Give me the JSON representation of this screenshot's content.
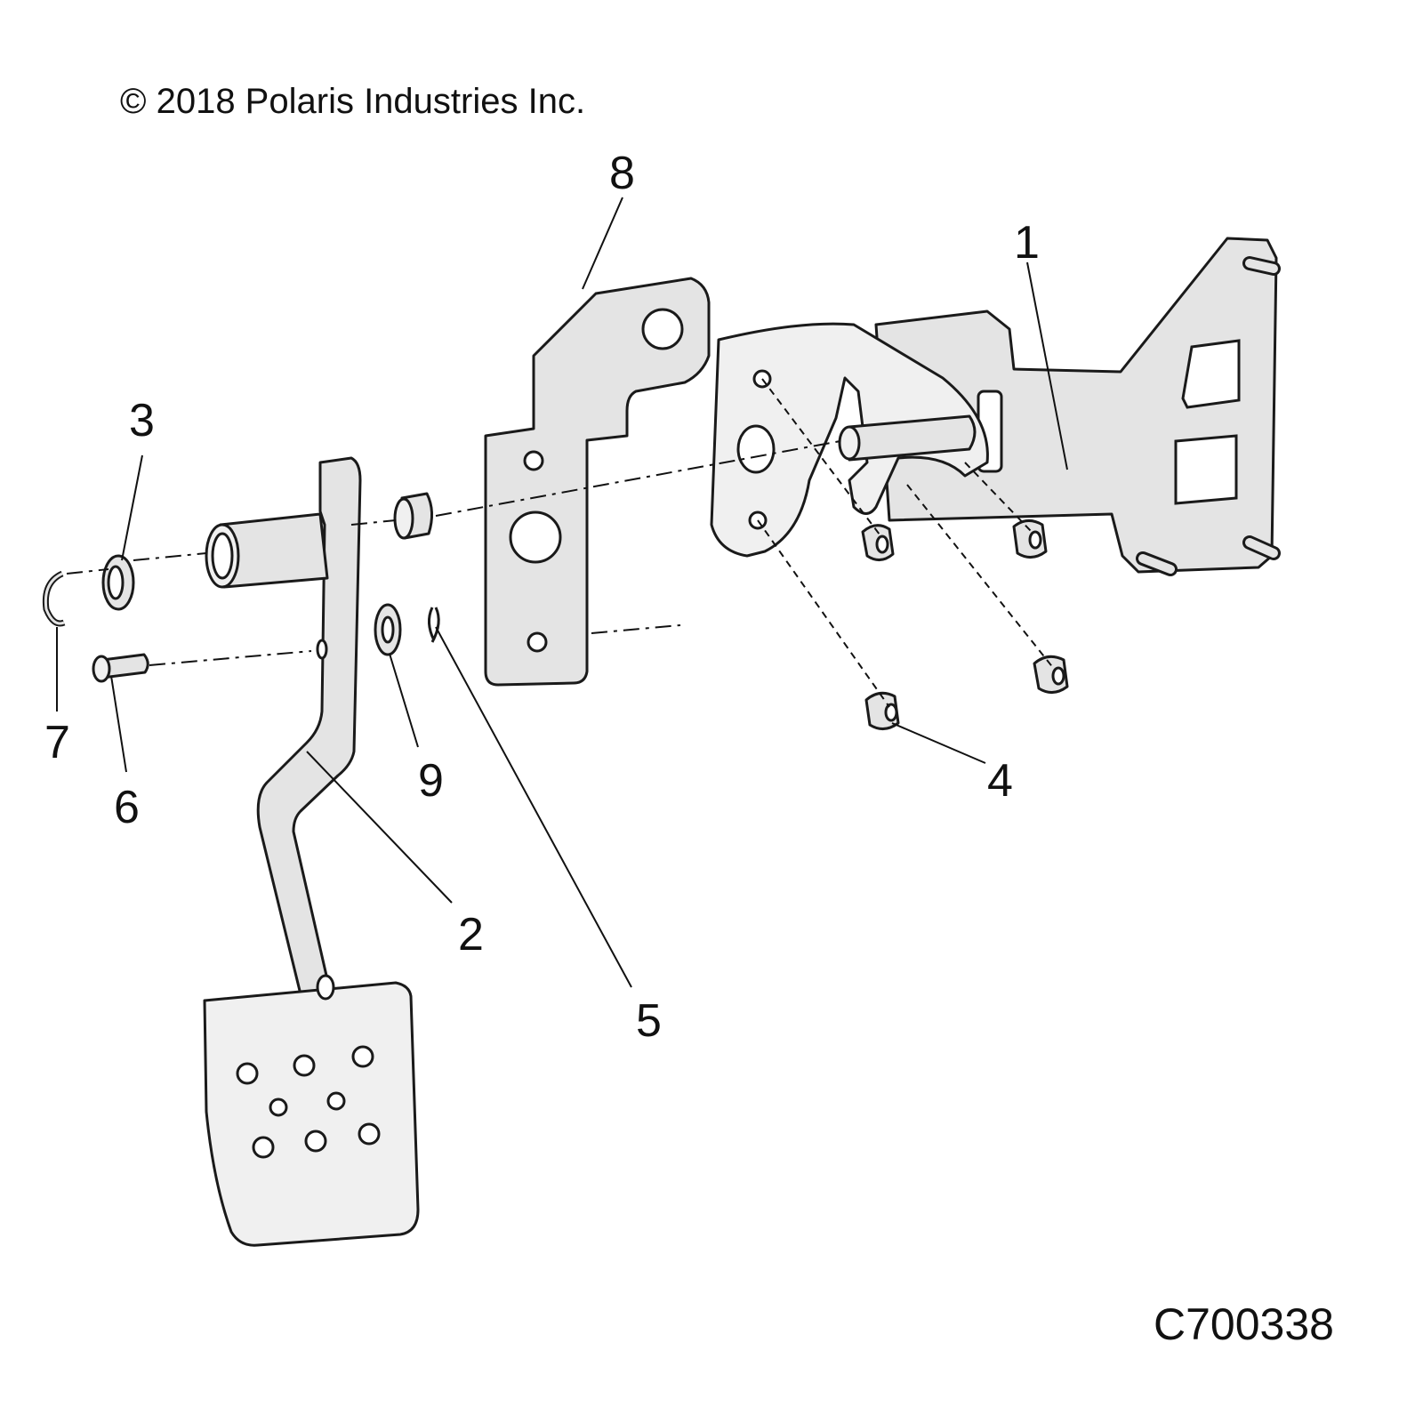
{
  "header": {
    "copyright": "© 2018 Polaris Industries Inc."
  },
  "footer": {
    "drawing_code": "C700338"
  },
  "callouts": [
    "1",
    "2",
    "3",
    "4",
    "5",
    "6",
    "7",
    "8",
    "9"
  ]
}
